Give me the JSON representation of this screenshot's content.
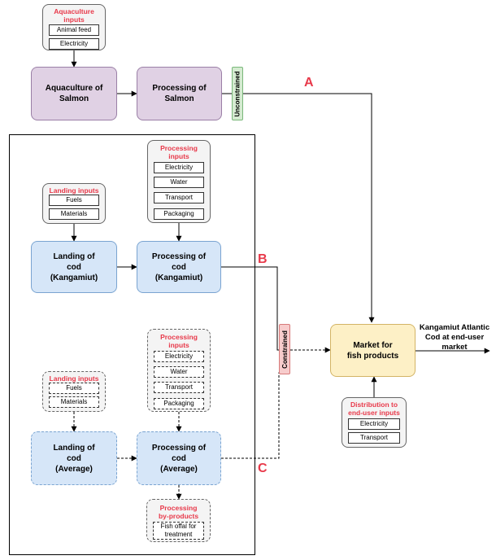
{
  "aquaculture_inputs": {
    "title": "Aquaculture inputs",
    "items": [
      "Animal feed",
      "Electricity"
    ]
  },
  "salmon": {
    "aquaculture": "Aquaculture of Salmon",
    "processing": "Processing of Salmon",
    "tag": "Unconstrained"
  },
  "kangamiut": {
    "landing_inputs": {
      "title": "Landing inputs",
      "items": [
        "Fuels",
        "Materials"
      ]
    },
    "processing_inputs": {
      "title": "Processing inputs",
      "items": [
        "Electricity",
        "Water",
        "Transport",
        "Packaging"
      ]
    },
    "landing": "Landing of\ncod\n(Kangamiut)",
    "processing": "Processing of\ncod\n(Kangamiut)"
  },
  "average": {
    "landing_inputs": {
      "title": "Landing inputs",
      "items": [
        "Fuels",
        "Materials"
      ]
    },
    "processing_inputs": {
      "title": "Processing inputs",
      "items": [
        "Electricity",
        "Water",
        "Transport",
        "Packaging"
      ]
    },
    "landing": "Landing of\ncod\n(Average)",
    "processing": "Processing of\ncod\n(Average)",
    "byproducts": {
      "title": "Processing by-products",
      "items": [
        "Fish offal for treatment"
      ]
    }
  },
  "constrained_tag": "Constrained",
  "market": "Market for fish products",
  "distribution_inputs": {
    "title": "Distribution to end-user inputs",
    "items": [
      "Electricity",
      "Transport"
    ]
  },
  "output_label": "Kangamiut Atlantic\nCod at end-user\nmarket",
  "letters": {
    "a": "A",
    "b": "B",
    "c": "C"
  },
  "colors": {
    "salmon_fill": "#e0d1e4",
    "cod_fill": "#d6e6f8",
    "market_fill": "#fdf0c6",
    "accent_red": "#e8394a",
    "unconstrained_green": "#d5ebd1",
    "constrained_red": "#f7cccc"
  }
}
